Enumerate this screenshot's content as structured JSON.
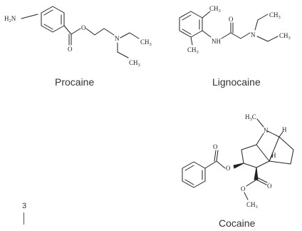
{
  "structures": [
    {
      "name": "Procaine",
      "atoms": {
        "amine": "H",
        "amine_sub": "2",
        "amine_n": "N",
        "ester_o": "O",
        "carbonyl_o": "O",
        "n": "N",
        "ch3_a": "CH",
        "ch3_a_sub": "3",
        "ch3_b": "CH",
        "ch3_b_sub": "3"
      }
    },
    {
      "name": "Lignocaine",
      "atoms": {
        "ch3_top": "CH",
        "ch3_top_sub": "3",
        "ch3_bottom": "CH",
        "ch3_bottom_sub": "3",
        "nh": "NH",
        "carbonyl_o": "O",
        "n": "N",
        "ch3_a": "CH",
        "ch3_a_sub": "3",
        "ch3_b": "CH",
        "ch3_b_sub": "3"
      }
    },
    {
      "name": "Cocaine",
      "atoms": {
        "h3c": "H",
        "h3c_sub": "3",
        "h3c_c": "C",
        "n": "N",
        "h_top": "H",
        "h_mid": "H",
        "ester_o": "O",
        "carbonyl_o1": "O",
        "carbonyl_o2": "O",
        "o_methyl": "O",
        "ch3": "CH",
        "ch3_sub": "3"
      }
    }
  ],
  "page_marker": "3"
}
